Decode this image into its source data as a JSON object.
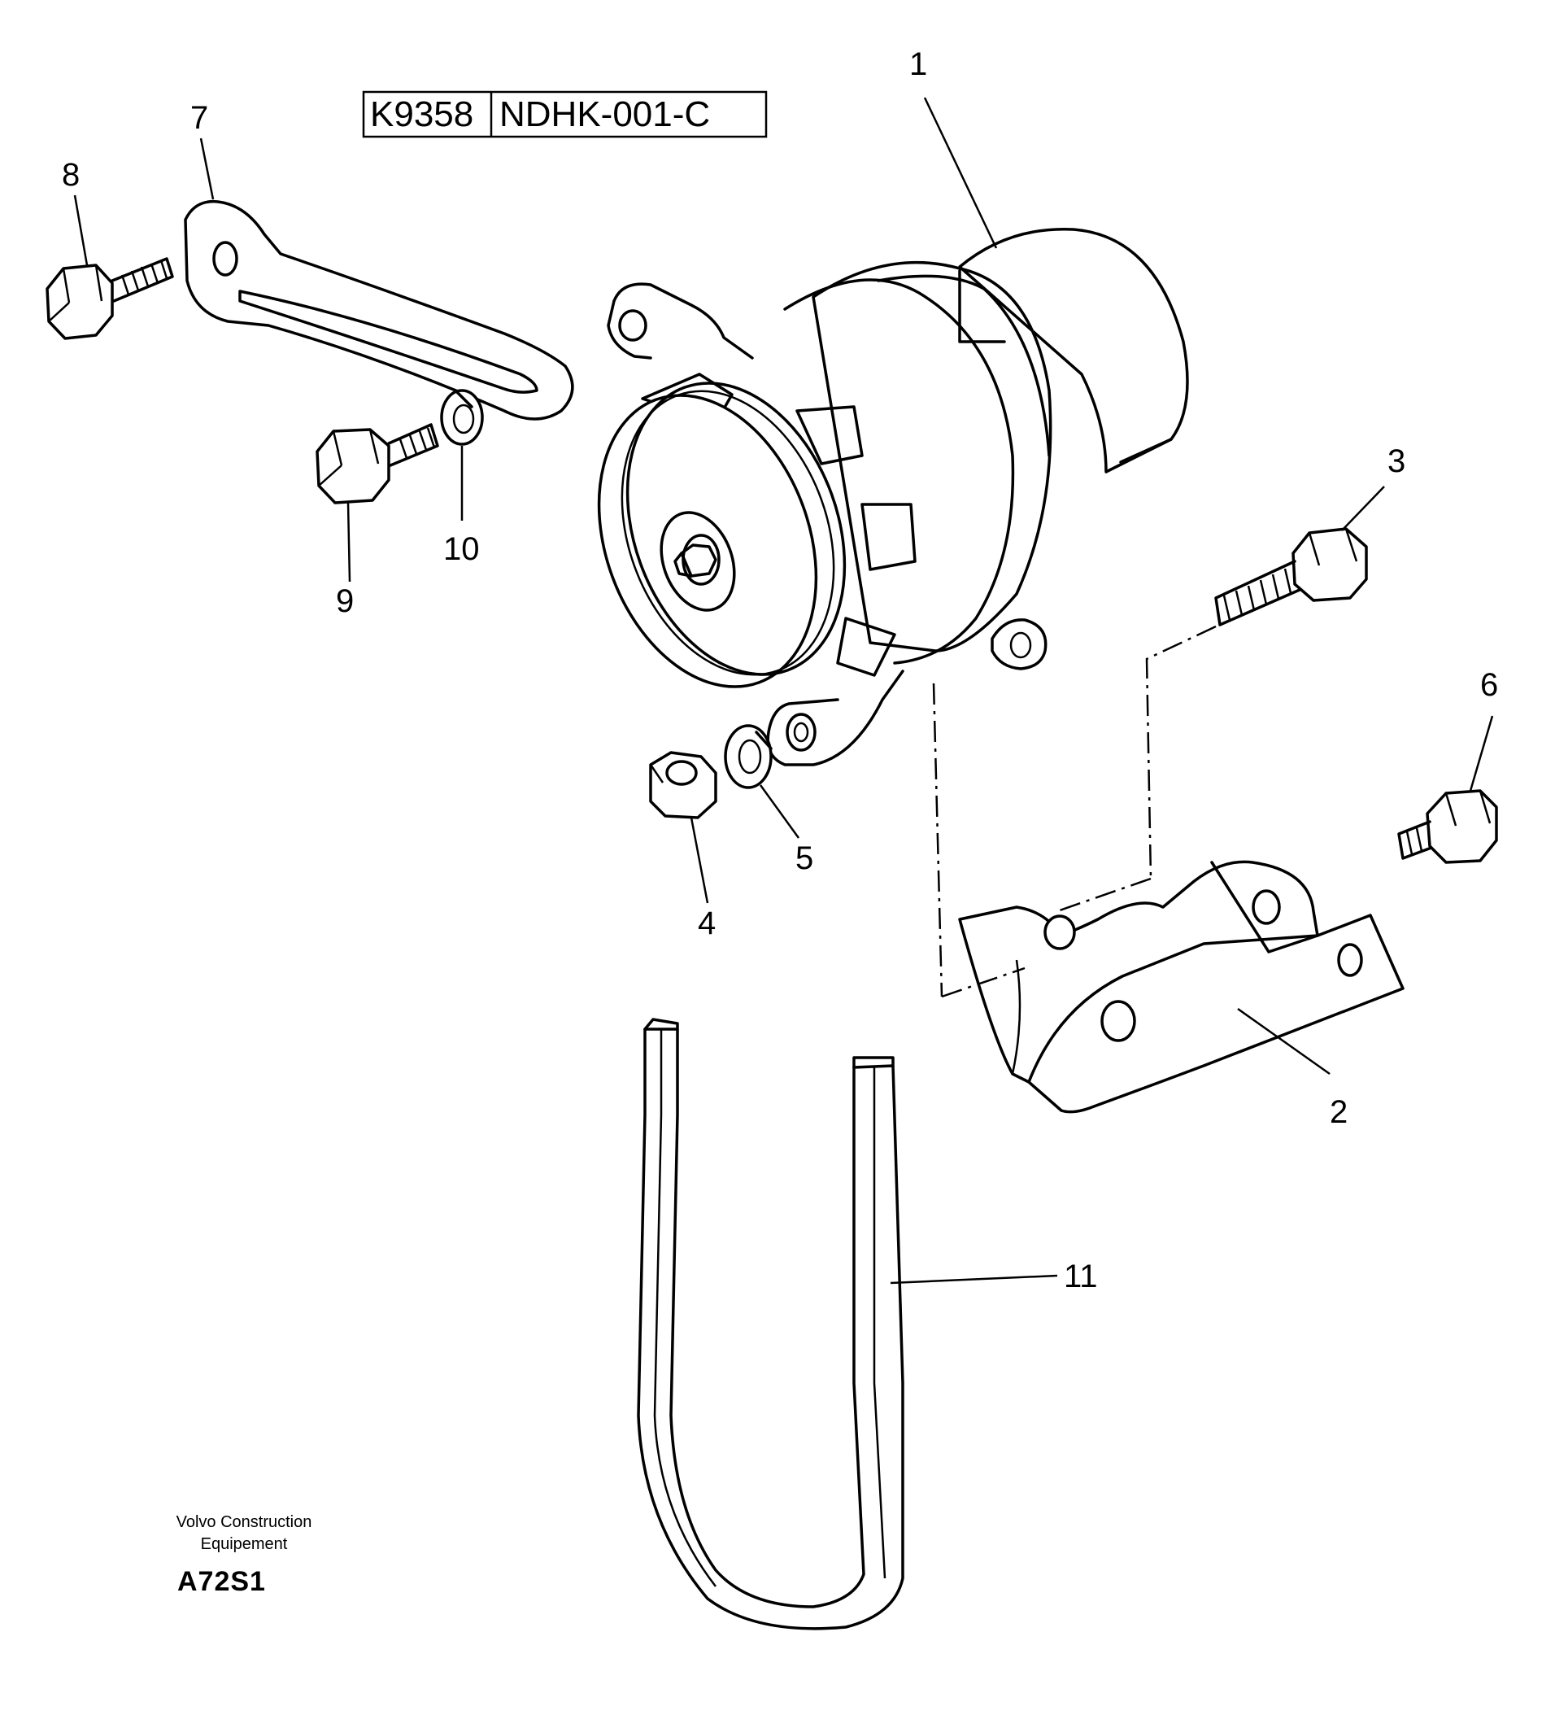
{
  "title_block": {
    "drawing_number": "K9358",
    "reference": "NDHK-001-C"
  },
  "callouts": [
    "1",
    "2",
    "3",
    "4",
    "5",
    "6",
    "7",
    "8",
    "9",
    "10",
    "11"
  ],
  "footer": {
    "manufacturer_line1": "Volvo Construction",
    "manufacturer_line2": "Equipement",
    "code": "A72S1"
  },
  "parts": [
    {
      "id": "1",
      "icon": "alternator-icon"
    },
    {
      "id": "2",
      "icon": "mounting-bracket-icon"
    },
    {
      "id": "3",
      "icon": "bolt-icon"
    },
    {
      "id": "4",
      "icon": "hex-nut-icon"
    },
    {
      "id": "5",
      "icon": "spring-washer-icon"
    },
    {
      "id": "6",
      "icon": "bolt-icon"
    },
    {
      "id": "7",
      "icon": "tension-arm-icon"
    },
    {
      "id": "8",
      "icon": "bolt-icon"
    },
    {
      "id": "9",
      "icon": "bolt-icon"
    },
    {
      "id": "10",
      "icon": "spring-washer-icon"
    },
    {
      "id": "11",
      "icon": "v-belt-icon"
    }
  ]
}
